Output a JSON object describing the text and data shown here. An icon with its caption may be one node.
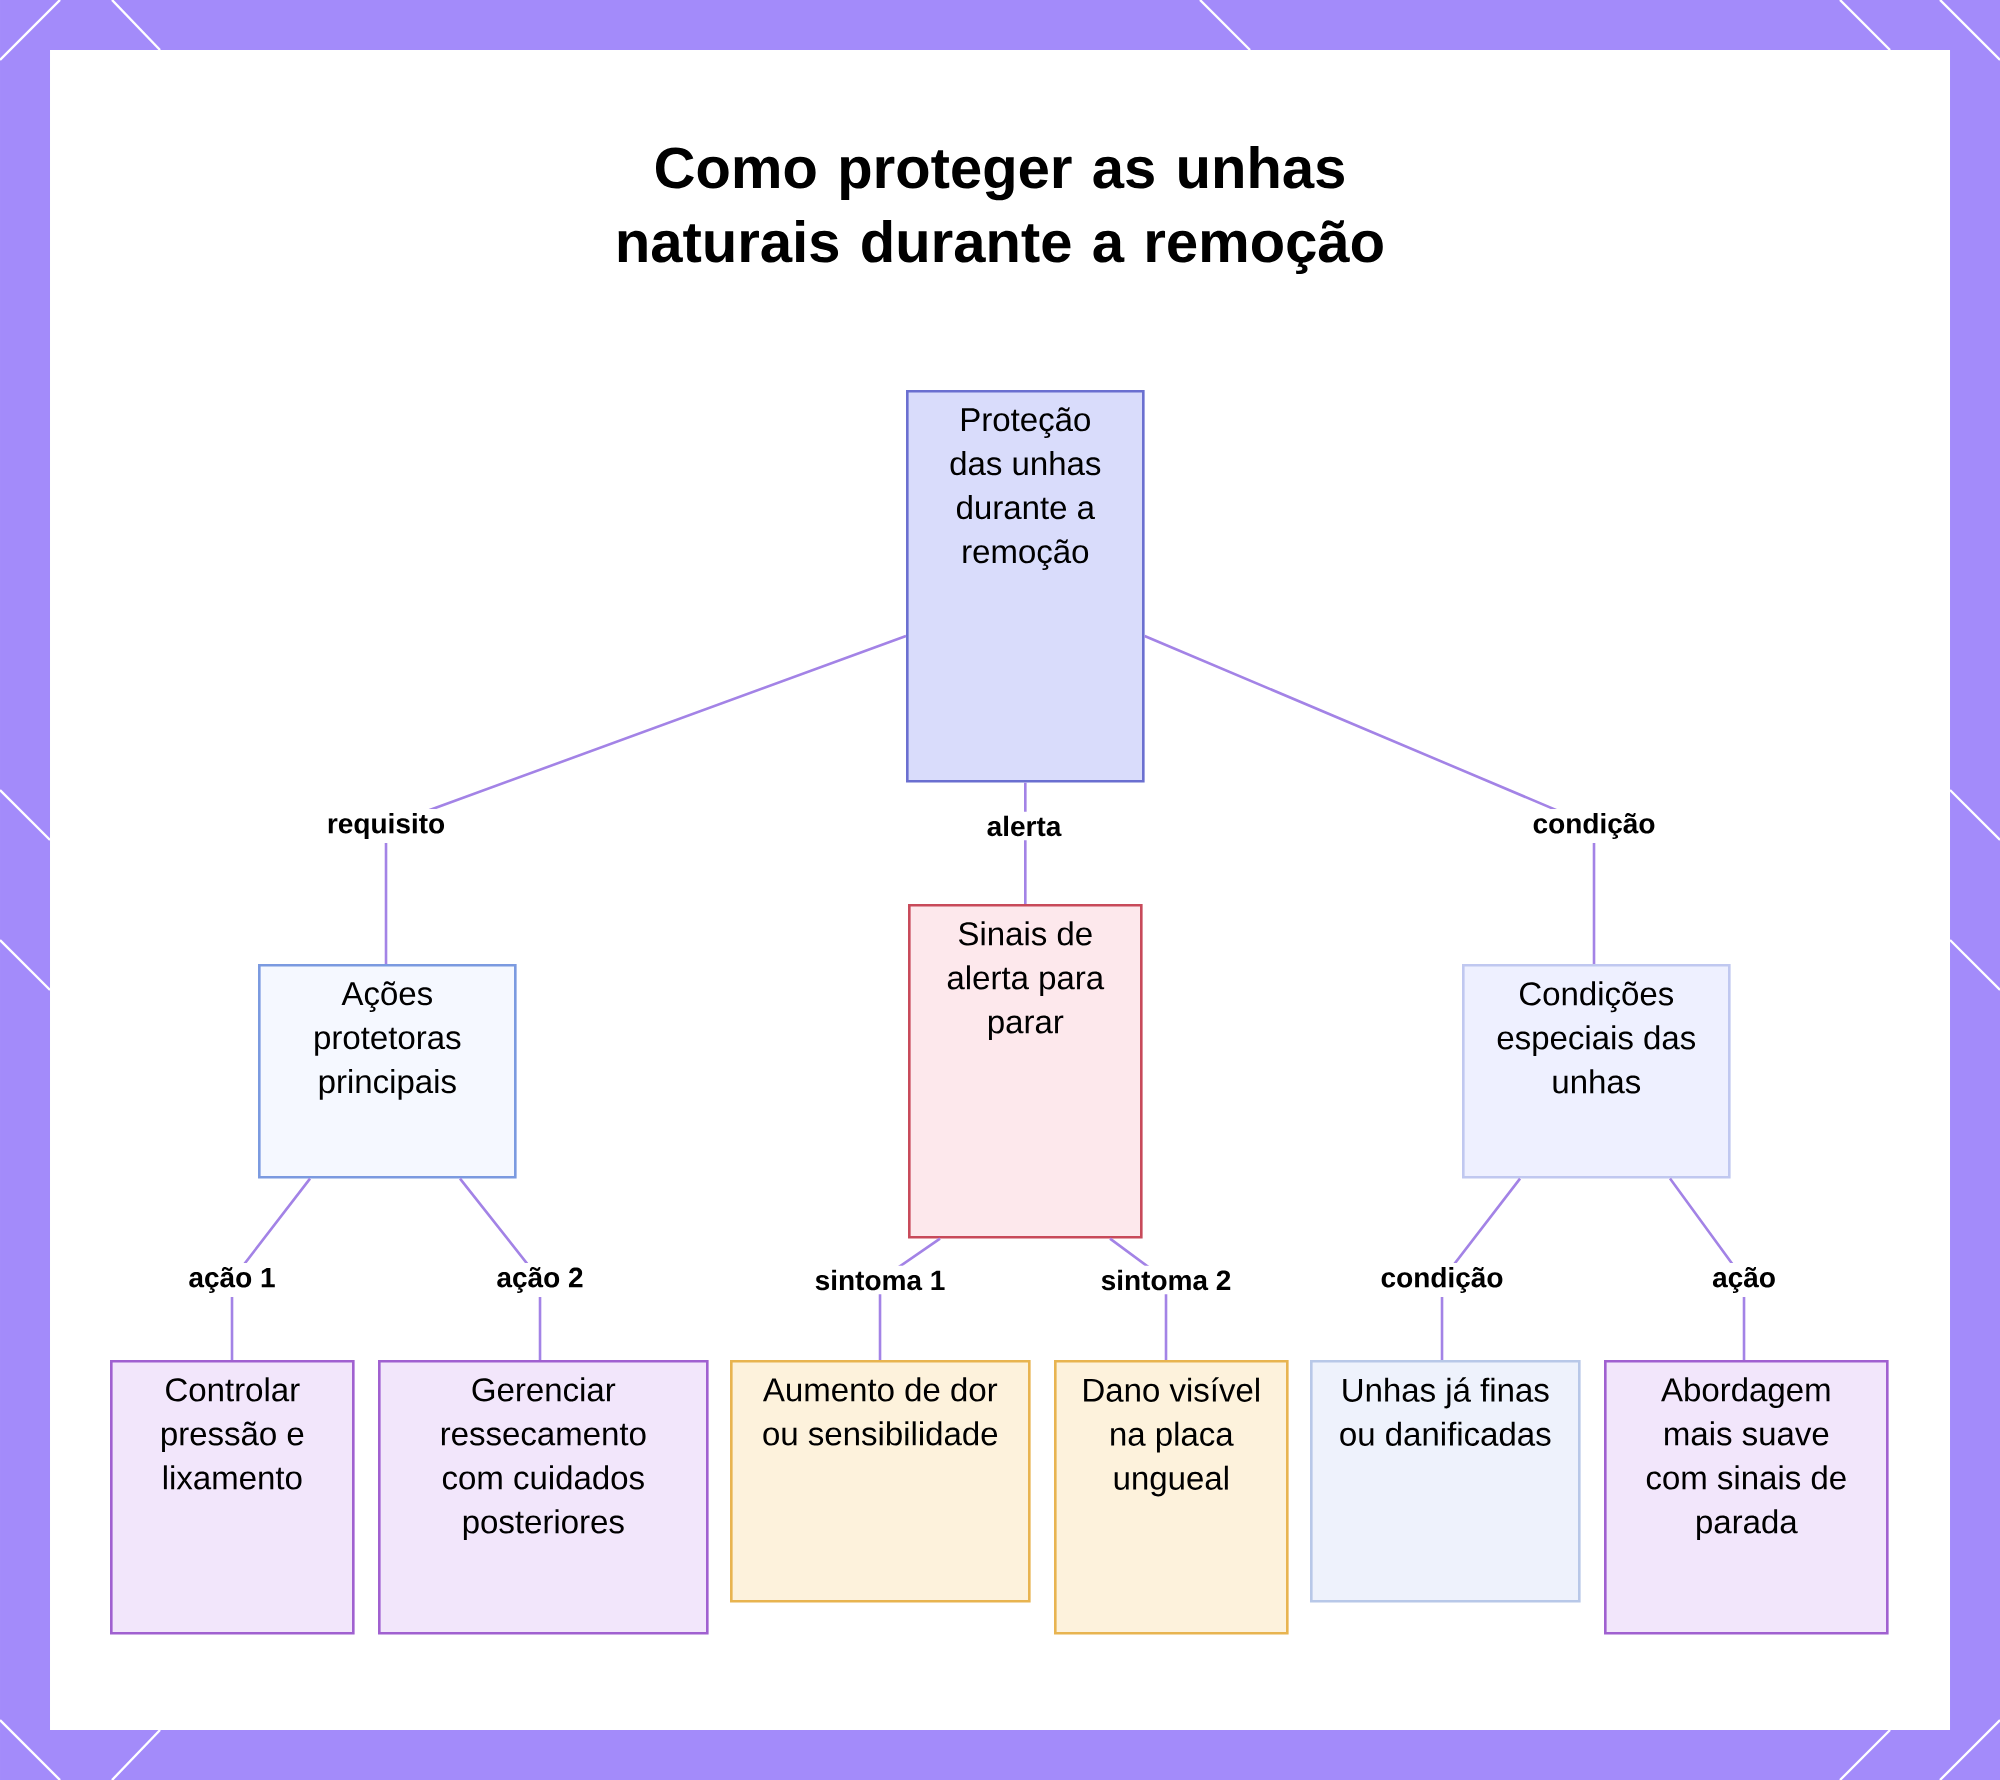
{
  "diagram": {
    "title": "Como proteger as unhas naturais durante a remoção",
    "nodes": [
      {
        "text": [
          "Proteção das unhas durante a remoção"
        ]
      },
      {
        "text": [
          "Ações protetoras principais"
        ]
      },
      {
        "text": [
          "Sinais de alerta para parar"
        ]
      },
      {
        "text": [
          "Condições especiais das unhas"
        ]
      },
      {
        "text": [
          "Controlar pressão e lixamento"
        ]
      },
      {
        "text": [
          "Gerenciar ressecamento com cuidados posteriores"
        ]
      },
      {
        "text": [
          "Aumento de dor ou sensibilidade"
        ]
      },
      {
        "text": [
          "Dano visível na placa ungueal"
        ]
      },
      {
        "text": [
          "Unhas já finas ou danificadas"
        ]
      },
      {
        "text": [
          "Abordagem mais suave com sinais de parada"
        ]
      }
    ],
    "edges": [
      {
        "from": 0,
        "to": 1,
        "arrow": "none",
        "label": "requisito"
      },
      {
        "from": 0,
        "to": 2,
        "arrow": "none",
        "label": "alerta"
      },
      {
        "from": 0,
        "to": 3,
        "arrow": "none",
        "label": "condição"
      },
      {
        "from": 1,
        "to": 4,
        "arrow": "none",
        "label": "ação 1"
      },
      {
        "from": 1,
        "to": 5,
        "arrow": "none",
        "label": "ação 2"
      },
      {
        "from": 2,
        "to": 6,
        "arrow": "none",
        "label": "sintoma 1"
      },
      {
        "from": 2,
        "to": 7,
        "arrow": "none",
        "label": "sintoma 2"
      },
      {
        "from": 3,
        "to": 8,
        "arrow": "none",
        "label": "condição"
      },
      {
        "from": 3,
        "to": 9,
        "arrow": "none",
        "label": "ação"
      }
    ]
  }
}
